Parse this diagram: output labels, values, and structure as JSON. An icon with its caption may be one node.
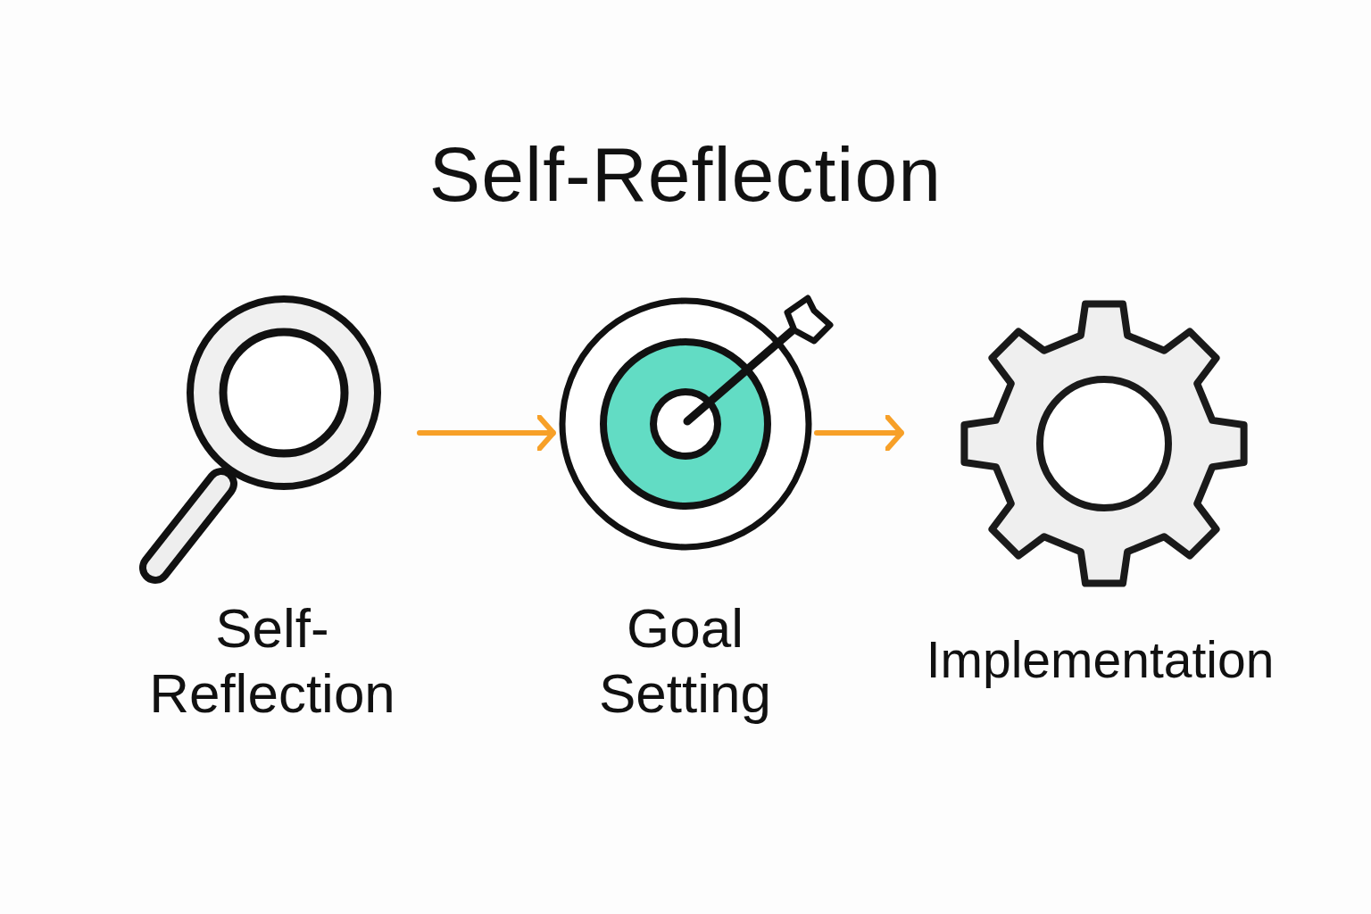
{
  "diagram": {
    "title": "Self-Reflection",
    "nodes": [
      {
        "text": [
          "Self-Reflection"
        ]
      },
      {
        "text": [
          "Goal Setting"
        ]
      },
      {
        "text": [
          "Implementation"
        ]
      }
    ],
    "edges": [
      {
        "from": 0,
        "to": 1,
        "arrow": "to"
      },
      {
        "from": 1,
        "to": 2,
        "arrow": "to"
      }
    ]
  }
}
